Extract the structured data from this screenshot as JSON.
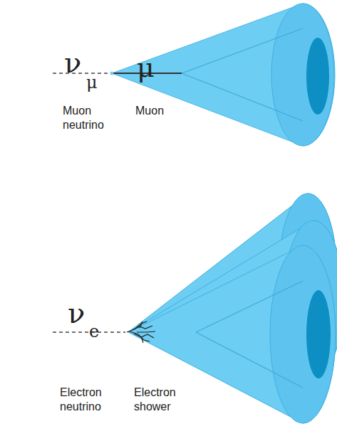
{
  "diagram": {
    "labels": [
      "ν",
      "μ",
      "μ",
      "Muon neutrino",
      "Muon",
      "ν",
      "e",
      "Electron neutrino",
      "Electron shower"
    ]
  }
}
